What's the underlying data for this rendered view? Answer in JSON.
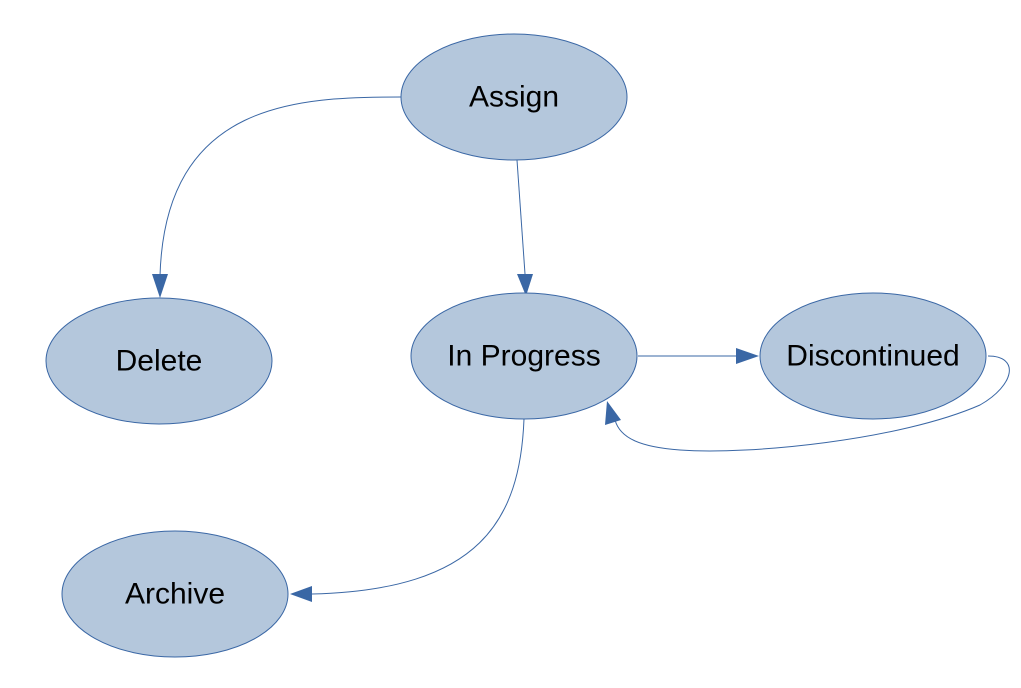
{
  "colors": {
    "node_fill": "#b4c7dc",
    "node_border": "#3a67a5",
    "edge": "#3a67a5",
    "label": "#000000",
    "background": "#ffffff"
  },
  "nodes": {
    "assign": {
      "label": "Assign"
    },
    "delete": {
      "label": "Delete"
    },
    "in_progress": {
      "label": "In Progress"
    },
    "discontinued": {
      "label": "Discontinued"
    },
    "archive": {
      "label": "Archive"
    }
  },
  "edges": [
    {
      "from": "assign",
      "to": "delete"
    },
    {
      "from": "assign",
      "to": "in_progress"
    },
    {
      "from": "in_progress",
      "to": "discontinued"
    },
    {
      "from": "discontinued",
      "to": "in_progress"
    },
    {
      "from": "in_progress",
      "to": "archive"
    }
  ]
}
